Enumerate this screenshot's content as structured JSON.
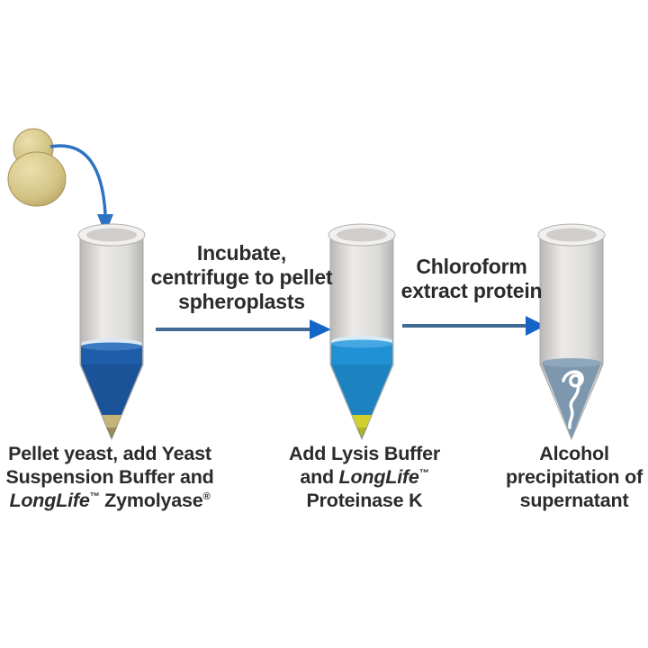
{
  "colors": {
    "background": "#ffffff",
    "text": "#2b2b2b",
    "step_arrow_line": "#3f6b93",
    "step_arrow_head": "#1565c8",
    "curved_arrow": "#2e72c4",
    "tube_body_gray": "#d8d7d5",
    "tube1_liquid": "#1e5da9",
    "tube1_pellet": "#c7b477",
    "tube2_liquid": "#2191d6",
    "tube2_pellet": "#d2d02f",
    "tube3_precipitate": "#7d98ae",
    "dna_strand": "#ffffff",
    "yeast_body": "#d8ca8b"
  },
  "icons": {
    "yeast_cell": "budding-yeast-cell",
    "curved_arrow": "curved-arrow-into-tube",
    "step_arrow": "right-arrow",
    "dna_precipitate": "dna-strand-squiggle"
  },
  "steps": {
    "arrow1": {
      "lines": [
        "Incubate,",
        "centrifuge to pellet",
        "spheroplasts"
      ]
    },
    "arrow2": {
      "lines": [
        "Chloroform",
        "extract protein"
      ]
    }
  },
  "labels": {
    "tube1": {
      "lines": [
        "Pellet yeast, add Yeast",
        "Suspension Buffer and"
      ],
      "brand": "LongLife",
      "brand_mark": "™",
      "product": "Zymolyase",
      "product_mark": "®"
    },
    "tube2": {
      "line1": "Add Lysis Buffer",
      "and_word": "and",
      "brand": "LongLife",
      "brand_mark": "™",
      "line3": "Proteinase K"
    },
    "tube3": {
      "lines": [
        "Alcohol",
        "precipitation of",
        "supernatant"
      ]
    }
  }
}
